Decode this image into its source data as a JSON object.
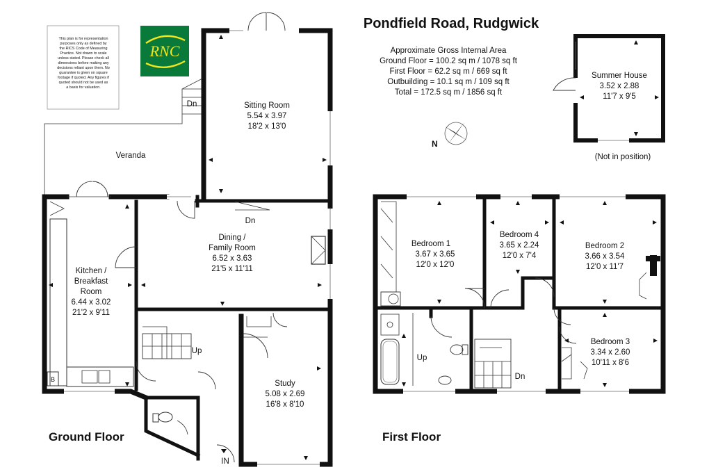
{
  "title": "Pondfield Road, Rudgwick",
  "area_lines": [
    "Approximate Gross Internal Area",
    "Ground Floor = 100.2 sq m / 1078 sq ft",
    "First Floor = 62.2 sq m / 669 sq ft",
    "Outbuilding = 10.1 sq m / 109 sq ft",
    "Total = 172.5 sq m / 1856 sq ft"
  ],
  "disclaimer_lines": [
    "This plan is for representation",
    "purposes only as defined by",
    "the RICS Code of Measuring",
    "Practice. Not drawn to scale",
    "unless stated. Please check all",
    "dimensions before making any",
    "decisions reliant upon them. No",
    "guarantee is given on square",
    "footage if quoted. Any figures if",
    "quoted should not be used as",
    "a basis for valuation."
  ],
  "logo": {
    "text": "RNC",
    "bg": "#0a7a3a",
    "accent": "#f2e61c"
  },
  "compass_label": "N",
  "floors": {
    "ground": "Ground Floor",
    "first": "First Floor"
  },
  "rooms": {
    "sitting": [
      "Sitting Room",
      "5.54 x 3.97",
      "18'2 x 13'0"
    ],
    "dining": [
      "Dining /",
      "Family Room",
      "6.52 x 3.63",
      "21'5 x 11'11"
    ],
    "kitchen": [
      "Kitchen /",
      "Breakfast",
      "Room",
      "6.44 x 3.02",
      "21'2 x 9'11"
    ],
    "study": [
      "Study",
      "5.08 x 2.69",
      "16'8 x 8'10"
    ],
    "veranda": "Veranda",
    "bedroom1": [
      "Bedroom 1",
      "3.67 x 3.65",
      "12'0 x 12'0"
    ],
    "bedroom4": [
      "Bedroom 4",
      "3.65 x 2.24",
      "12'0 x 7'4"
    ],
    "bedroom2": [
      "Bedroom 2",
      "3.66 x 3.54",
      "12'0 x 11'7"
    ],
    "bedroom3": [
      "Bedroom 3",
      "3.34 x 2.60",
      "10'11 x 8'6"
    ],
    "summer": [
      "Summer House",
      "3.52 x 2.88",
      "11'7 x 9'5"
    ]
  },
  "summer_note": "(Not in position)",
  "labels": {
    "dn_veranda": "Dn",
    "dn_dining": "Dn",
    "up_ground": "Up",
    "in": "IN",
    "boiler": "B",
    "up_first": "Up",
    "dn_first": "Dn"
  }
}
